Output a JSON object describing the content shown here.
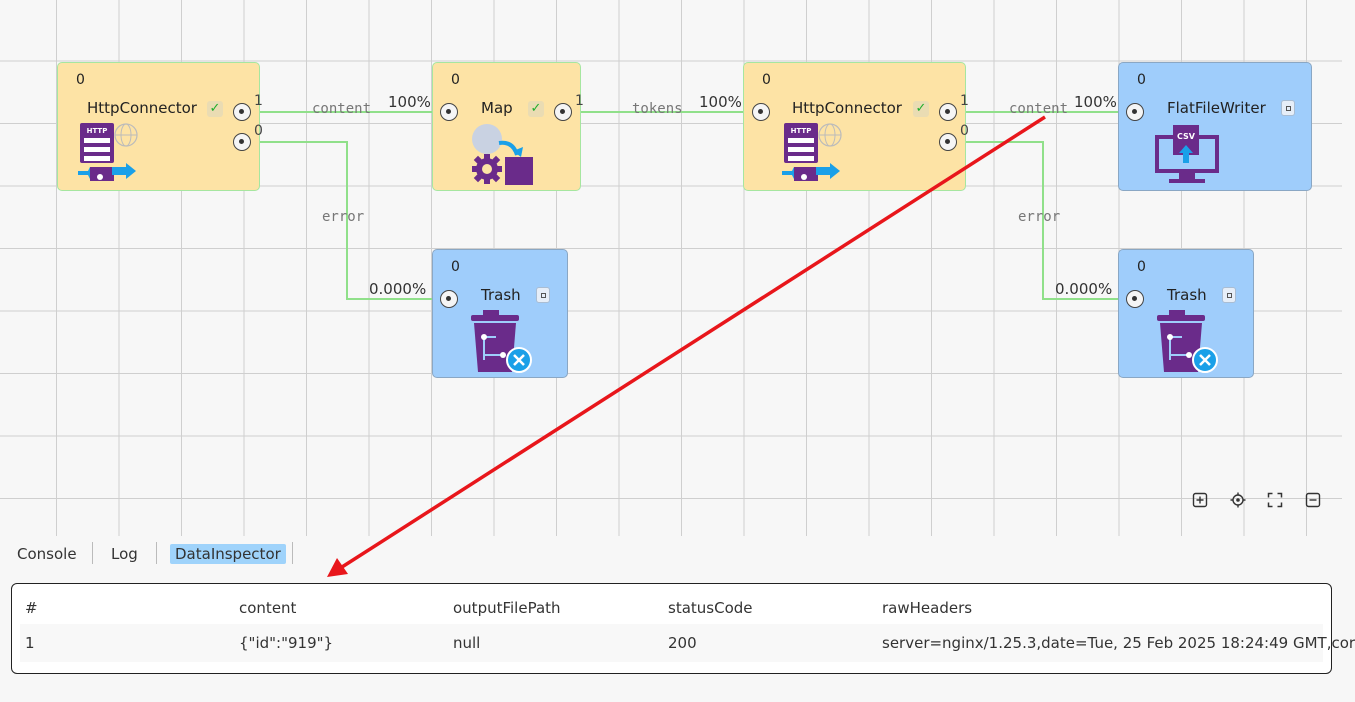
{
  "nodes": {
    "http1": {
      "count": "0",
      "title": "HttpConnector",
      "out_success": "1",
      "out_error": "0"
    },
    "map": {
      "count": "0",
      "title": "Map",
      "out_success": "1"
    },
    "http2": {
      "count": "0",
      "title": "HttpConnector",
      "out_success": "1",
      "out_error": "0"
    },
    "writer": {
      "count": "0",
      "title": "FlatFileWriter"
    },
    "trash1": {
      "count": "0",
      "title": "Trash"
    },
    "trash2": {
      "count": "0",
      "title": "Trash"
    }
  },
  "connections": {
    "http1_map": {
      "label": "content",
      "pct": "100%"
    },
    "map_http2": {
      "label": "tokens",
      "pct": "100%"
    },
    "http2_writer": {
      "label": "content",
      "pct": "100%"
    },
    "http1_trash": {
      "label": "error",
      "pct": "0.000%"
    },
    "http2_trash": {
      "label": "error",
      "pct": "0.000%"
    }
  },
  "icon_text": {
    "http": "HTTP",
    "csv": "CSV"
  },
  "tabs": [
    {
      "label": "Console",
      "active": false
    },
    {
      "label": "Log",
      "active": false
    },
    {
      "label": "DataInspector",
      "active": true
    }
  ],
  "table": {
    "headers": [
      "#",
      "content",
      "outputFilePath",
      "statusCode",
      "rawHeaders"
    ],
    "rows": [
      [
        "1",
        "{\"id\":\"919\"}",
        "null",
        "200",
        "server=nginx/1.25.3,date=Tue, 25 Feb 2025 18:24:49 GMT,cor"
      ]
    ]
  },
  "colors": {
    "edge": "#90e08a",
    "annotation_arrow": "#e8161b",
    "active_tab": "#9fd3fb",
    "icon_purple": "#6a2b8a",
    "icon_blue": "#1aa0e8"
  }
}
